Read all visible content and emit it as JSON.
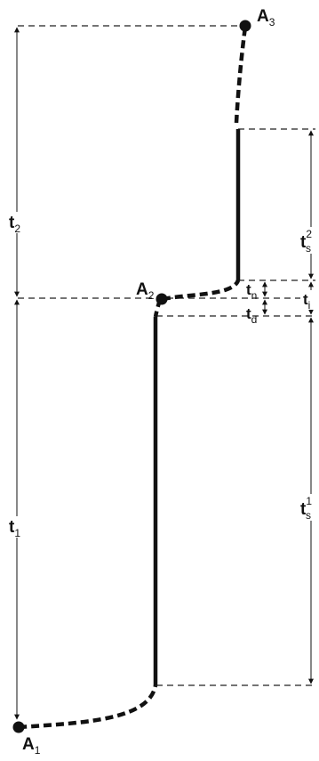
{
  "points": {
    "a1": {
      "base": "A",
      "sub": "1"
    },
    "a2": {
      "base": "A",
      "sub": "2"
    },
    "a3": {
      "base": "A",
      "sub": "3"
    }
  },
  "intervals": {
    "t1": {
      "base": "t",
      "sub": "1"
    },
    "t2": {
      "base": "t",
      "sub": "2"
    },
    "ts1": {
      "base": "t",
      "sub": "s",
      "sup": "1"
    },
    "ts2": {
      "base": "t",
      "sub": "s",
      "sup": "2"
    },
    "tn": {
      "base": "t",
      "sub": "n"
    },
    "td": {
      "base": "t",
      "sub": "d"
    },
    "ti": {
      "base": "t",
      "sub": "i"
    }
  },
  "colors": {
    "ink": "#111111",
    "guide": "#222222"
  }
}
